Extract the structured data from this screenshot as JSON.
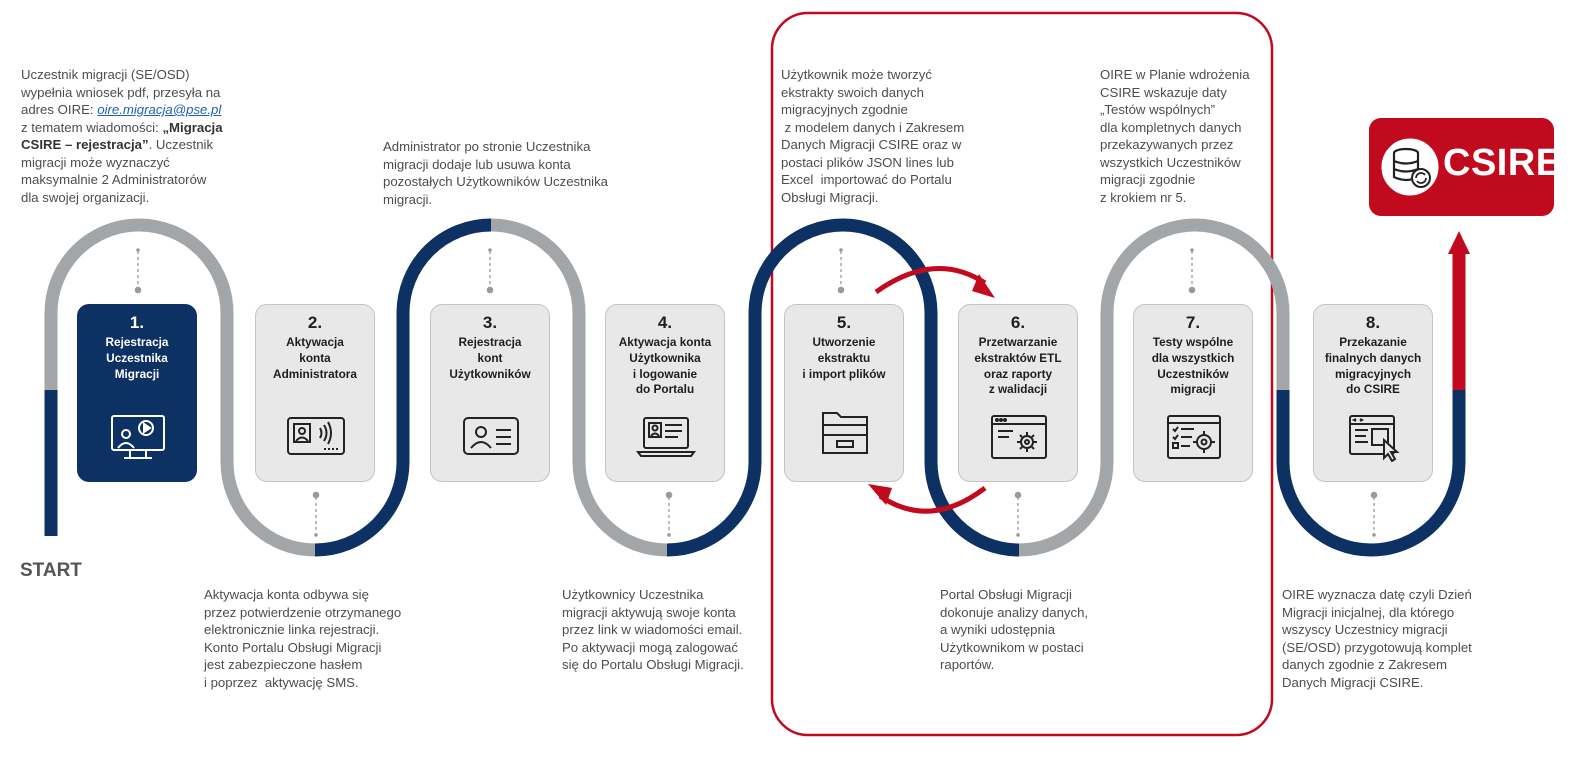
{
  "start_label": "START",
  "csire_logo": "CSIRE",
  "colors": {
    "navy": "#0d3163",
    "gray": "#a3a6a8",
    "red": "#c20a1e",
    "box": "#e8e8e8"
  },
  "steps": [
    {
      "num": "1.",
      "title_lines": [
        "Rejestracja",
        "Uczestnika",
        "Migracji"
      ],
      "icon": "video-monitor-icon"
    },
    {
      "num": "2.",
      "title_lines": [
        "Aktywacja",
        "konta",
        "Administratora"
      ],
      "icon": "id-card-contactless-icon"
    },
    {
      "num": "3.",
      "title_lines": [
        "Rejestracja",
        "kont",
        "Użytkowników"
      ],
      "icon": "id-card-icon"
    },
    {
      "num": "4.",
      "title_lines": [
        "Aktywacja konta",
        "Użytkownika",
        "i logowanie",
        "do Portalu"
      ],
      "icon": "laptop-profile-icon"
    },
    {
      "num": "5.",
      "title_lines": [
        "Utworzenie",
        "ekstraktu",
        "i import plików"
      ],
      "icon": "file-cabinet-icon"
    },
    {
      "num": "6.",
      "title_lines": [
        "Przetwarzanie",
        "ekstraktów  ETL",
        "oraz raporty",
        "z walidacji"
      ],
      "icon": "browser-gear-icon"
    },
    {
      "num": "7.",
      "title_lines": [
        "Testy wspólne",
        "dla wszystkich",
        "Uczestników",
        "migracji"
      ],
      "icon": "checklist-gear-icon"
    },
    {
      "num": "8.",
      "title_lines": [
        "Przekazanie",
        "finalnych danych",
        "migracyjnych",
        "do CSIRE"
      ],
      "icon": "code-window-cursor-icon"
    }
  ],
  "desc1": {
    "l1": "Uczestnik migracji (SE/OSD)",
    "l2": "wypełnia wniosek pdf, przesyła na",
    "l3a": "adres OIRE: ",
    "email": "oire.migracja@pse.pl",
    "l4a": "z tematem wiadomości: ",
    "l4b": "„Migracja",
    "l5a": "CSIRE – rejestracja”",
    "l5b": ". Uczestnik",
    "l6": "migracji może wyznaczyć",
    "l7": "maksymalnie 2 Administratorów",
    "l8": "dla swojej organizacji."
  },
  "desc2": [
    "Aktywacja konta odbywa się",
    "przez potwierdzenie otrzymanego",
    "elektronicznie linka rejestracji.",
    "Konto Portalu Obsługi Migracji",
    "jest zabezpieczone hasłem",
    "i poprzez  aktywację SMS."
  ],
  "desc3": [
    "Administrator po stronie Uczestnika",
    "migracji dodaje lub usuwa konta",
    "pozostałych Użytkowników Uczestnika",
    "migracji."
  ],
  "desc4": [
    "Użytkownicy Uczestnika",
    "migracji aktywują swoje konta",
    "przez link w wiadomości email.",
    "Po aktywacji mogą zalogować",
    "się do Portalu Obsługi Migracji."
  ],
  "desc5": [
    "Użytkownik może tworzyć",
    "ekstrakty swoich danych",
    "migracyjnych zgodnie",
    " z modelem danych i Zakresem",
    "Danych Migracji CSIRE oraz w",
    "postaci plików JSON lines lub",
    "Excel  importować do Portalu",
    "Obsługi Migracji."
  ],
  "desc6": [
    "Portal Obsługi Migracji",
    "dokonuje analizy danych,",
    "a wyniki udostępnia",
    "Użytkownikom w postaci",
    "raportów."
  ],
  "desc7": [
    "OIRE w Planie wdrożenia",
    "CSIRE wskazuje daty",
    "„Testów wspólnych”",
    "dla kompletnych danych",
    "przekazywanych przez",
    "wszystkich Uczestników",
    "migracji zgodnie",
    "z krokiem nr 5."
  ],
  "desc8": [
    "OIRE wyznacza datę czyli Dzień",
    "Migracji inicjalnej, dla którego",
    "wszyscy Uczestnicy migracji",
    "(SE/OSD) przygotowują komplet",
    "danych zgodnie z Zakresem",
    "Danych Migracji CSIRE."
  ]
}
